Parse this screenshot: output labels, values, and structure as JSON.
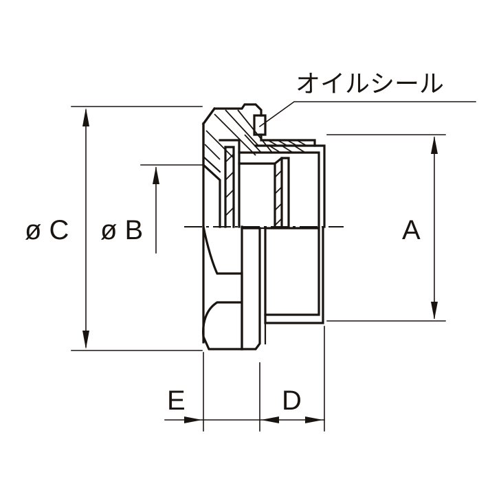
{
  "drawing": {
    "title": "Oil seal plug / bushing cross-section dimension drawing",
    "callout": {
      "label": "オイルシール"
    },
    "dimensions": {
      "a": {
        "label": "A"
      },
      "b": {
        "label": "ø B"
      },
      "c": {
        "label": "ø C"
      },
      "d": {
        "label": "D"
      },
      "e": {
        "label": "E"
      }
    },
    "colors": {
      "line": "#1a1410",
      "background": "#ffffff"
    }
  }
}
